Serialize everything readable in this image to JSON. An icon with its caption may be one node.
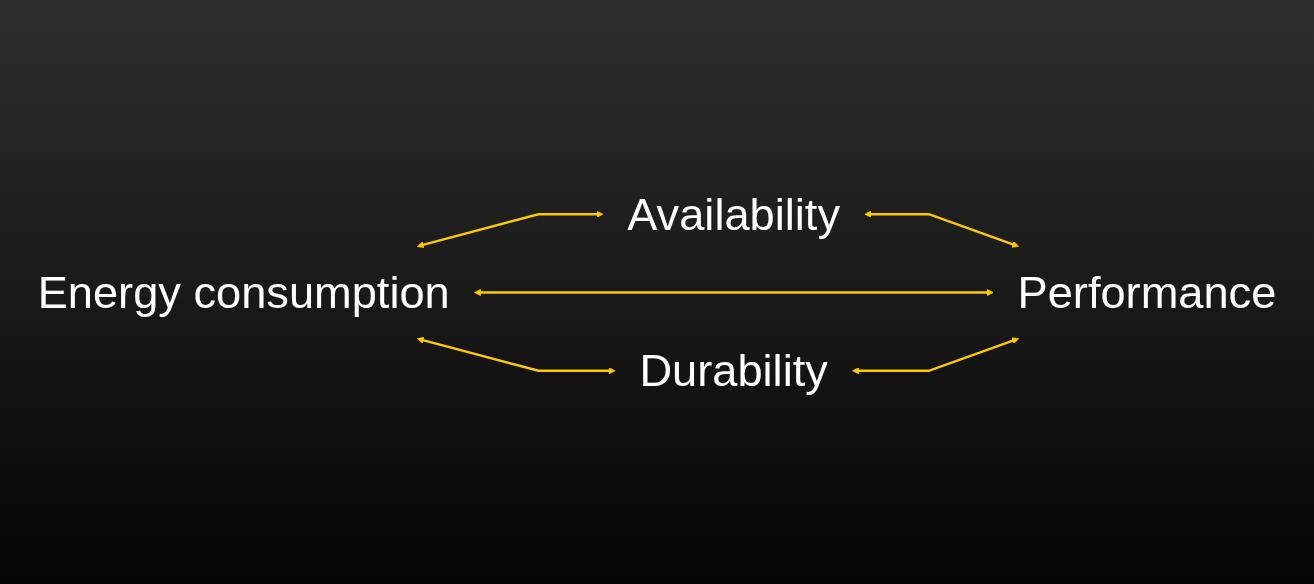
{
  "diagram": {
    "nodes": [
      {
        "text": [
          "Availability"
        ]
      },
      {
        "text": [
          "Energy consumption"
        ]
      },
      {
        "text": [
          "Performance"
        ]
      },
      {
        "text": [
          "Durability"
        ]
      }
    ],
    "edges": [
      {
        "from": 1,
        "to": 0,
        "arrow": "both"
      },
      {
        "from": 0,
        "to": 2,
        "arrow": "both"
      },
      {
        "from": 1,
        "to": 2,
        "arrow": "both"
      },
      {
        "from": 1,
        "to": 3,
        "arrow": "both"
      },
      {
        "from": 3,
        "to": 2,
        "arrow": "both"
      }
    ]
  }
}
